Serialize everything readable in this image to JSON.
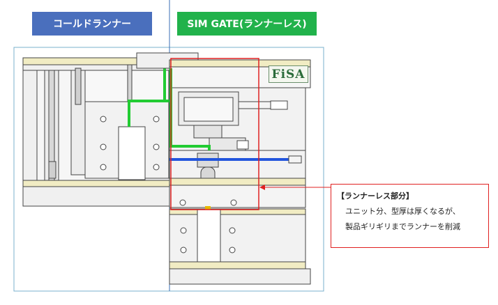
{
  "labels": {
    "cold_runner": "コールドランナー",
    "sim_gate": "SIM GATE(ランナーレス)"
  },
  "logo": {
    "text": "FiSA"
  },
  "callout": {
    "title": "【ランナーレス部分】",
    "line1": "ユニット分、型厚は厚くなるが、",
    "line2": "製品ギリギリまでランナーを削減"
  },
  "colors": {
    "cold_runner_label": "#4a6fbd",
    "sim_gate_label": "#21b24b",
    "runner_green": "#22cc33",
    "cooling_blue": "#2255dd",
    "highlight_red": "#e02020",
    "plate_yellow": "#f1ecc3",
    "plate_gray": "#f0f0f0"
  }
}
